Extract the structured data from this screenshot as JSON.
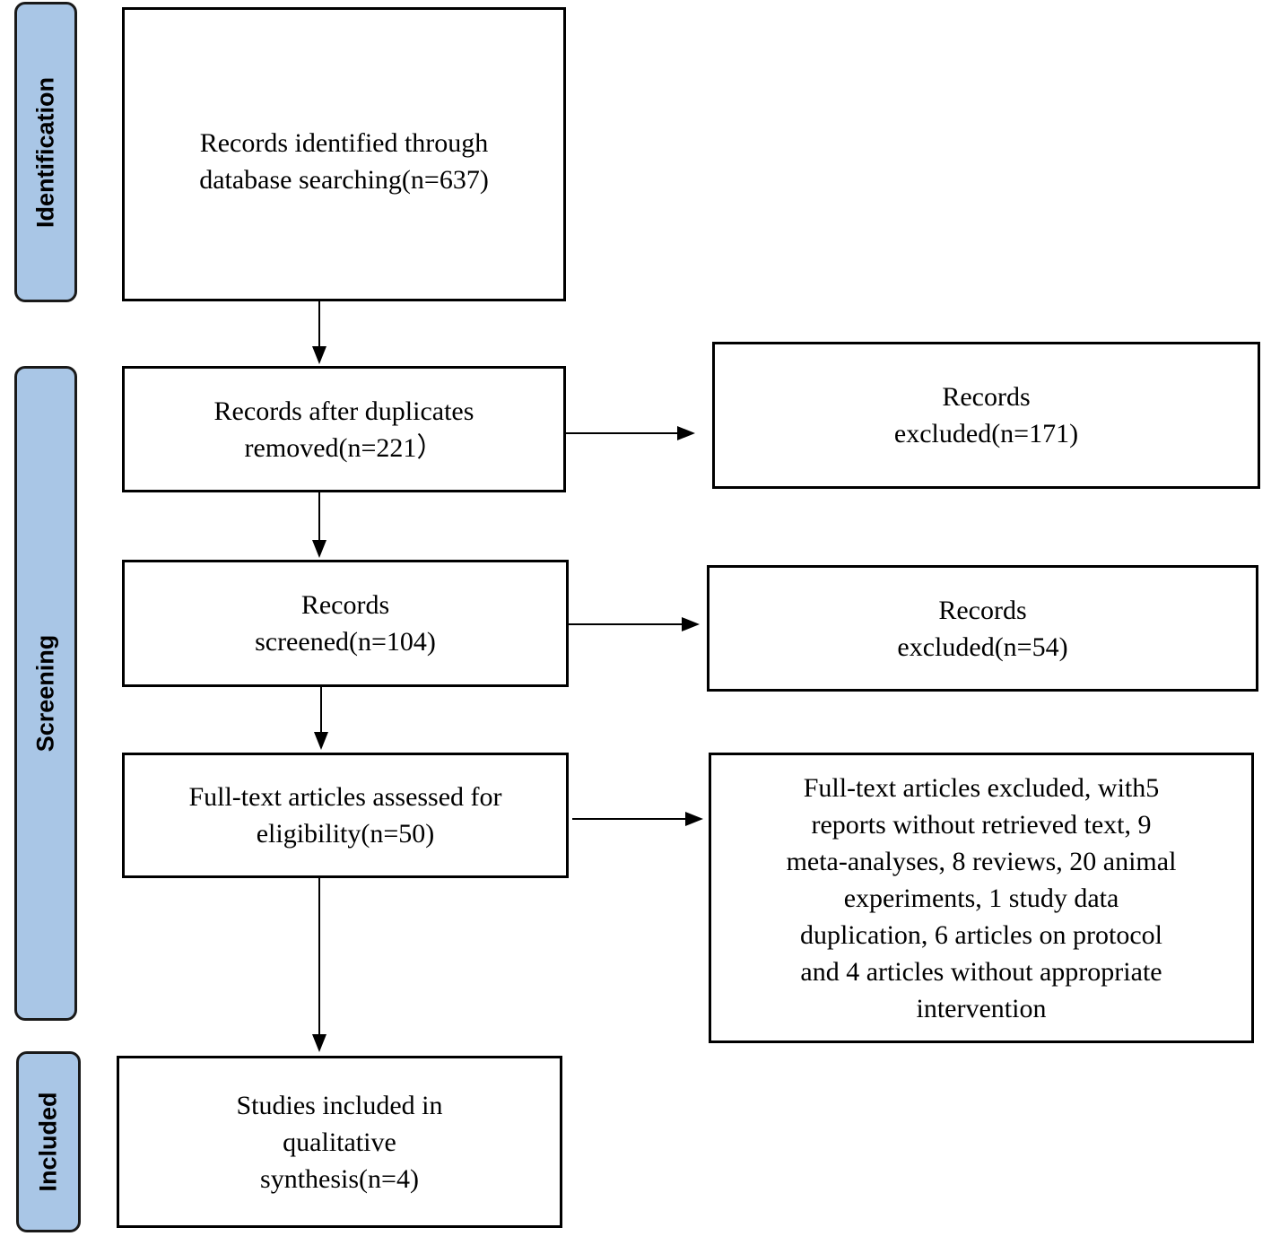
{
  "stages": {
    "identification": "Identification",
    "screening": "Screening",
    "included": "Included"
  },
  "boxes": {
    "identified": "Records identified through\ndatabase searching(n=637)",
    "after_duplicates": "Records after duplicates\nremoved(n=221）",
    "excluded_171": "Records\nexcluded(n=171)",
    "screened": "Records\nscreened(n=104)",
    "excluded_54": "Records\nexcluded(n=54)",
    "full_text_assessed": "Full-text articles assessed for\neligibility(n=50)",
    "full_text_excluded": "Full-text articles excluded, with5\nreports without retrieved text, 9\nmeta-analyses, 8 reviews, 20 animal\nexperiments, 1 study data\nduplication, 6 articles on protocol\nand 4 articles without appropriate\nintervention",
    "included_studies": "Studies included in\nqualitative\nsynthesis(n=4)"
  }
}
